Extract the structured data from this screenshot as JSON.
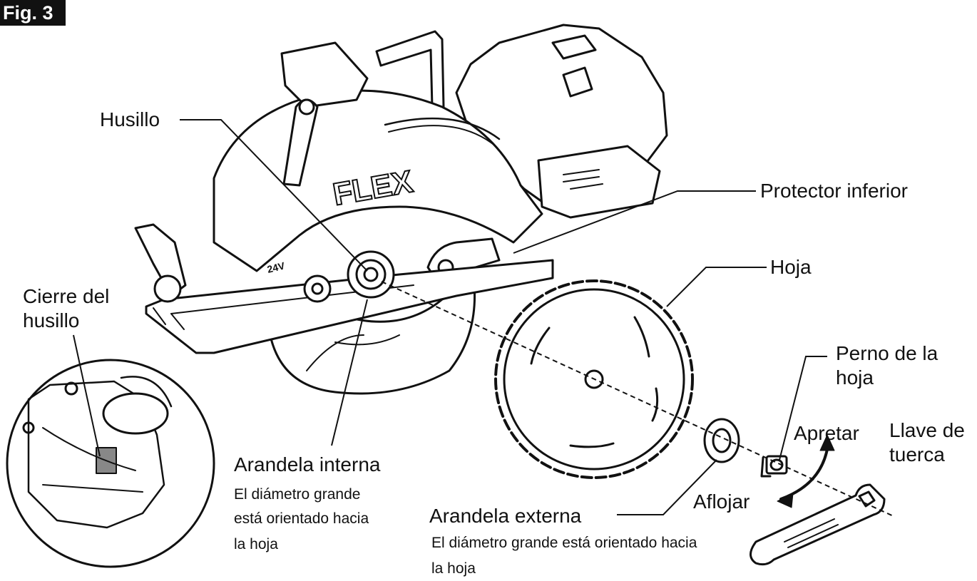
{
  "figure": {
    "tag": "Fig. 3"
  },
  "brand": {
    "logo_text": "FLEX",
    "badge_text": "24V"
  },
  "labels": {
    "husillo": "Husillo",
    "protector_inferior": "Protector inferior",
    "hoja": "Hoja",
    "cierre_line1": "Cierre del",
    "cierre_line2": "husillo",
    "perno_line1": "Perno de la",
    "perno_line2": "hoja",
    "apretar": "Apretar",
    "aflojar": "Aflojar",
    "llave_line1": "Llave de",
    "llave_line2": "tuerca",
    "arandela_interna": "Arandela interna",
    "arandela_interna_note": [
      "El diámetro grande",
      "está orientado hacia",
      "la hoja"
    ],
    "arandela_externa": "Arandela externa",
    "arandela_externa_note": [
      "El diámetro grande está orientado hacia",
      "la hoja"
    ]
  },
  "style": {
    "ink": "#111111",
    "paper": "#ffffff",
    "tag_bg": "#111111"
  }
}
